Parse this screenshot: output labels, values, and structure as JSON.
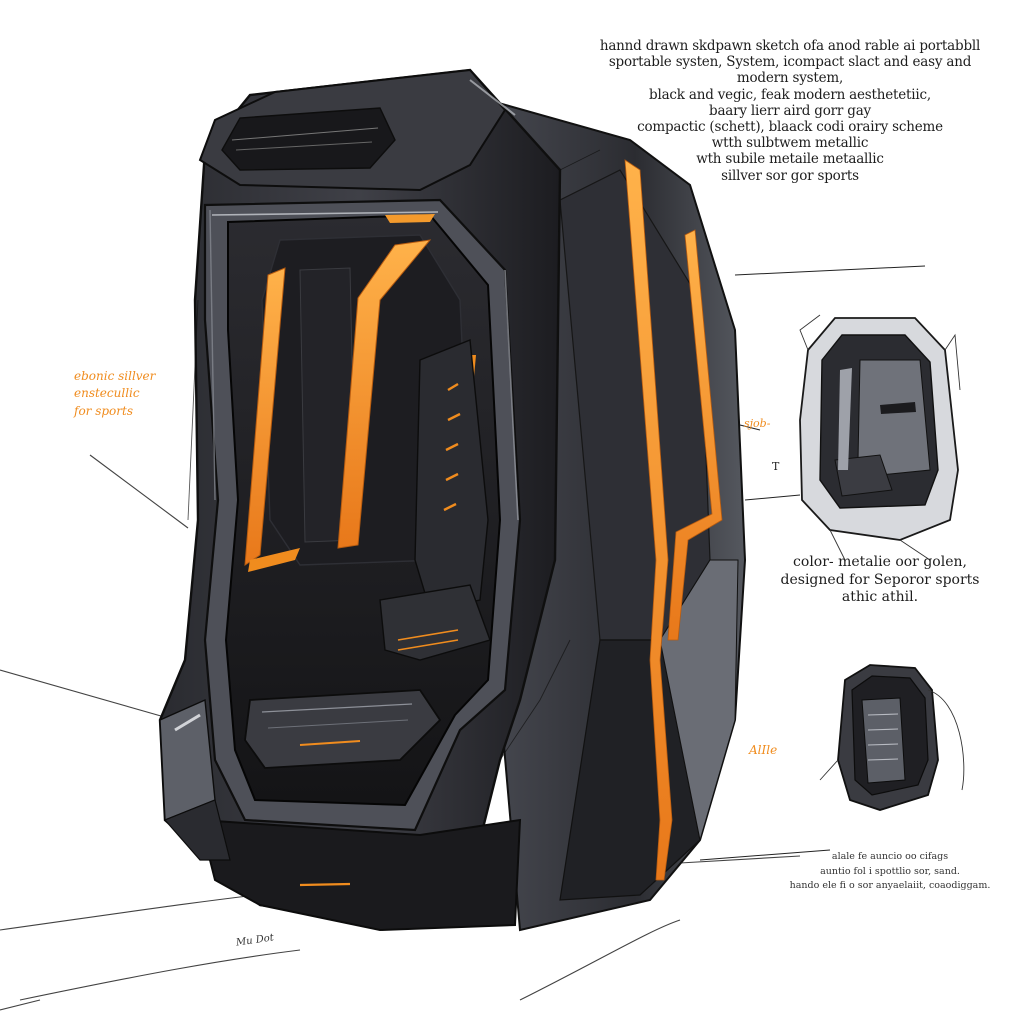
{
  "main_annotation": {
    "lines": [
      "hannd drawn skdpawn sketch ofa anod rable ai portabbll",
      "sportable  systen, System, icompact slact and easy and",
      "modern system,",
      "black and vegic, feak modern aesthetetiic,",
      "baary  lierr aird gorr gay",
      "compactic (schett), blaack codi orairy scheme",
      "wtth sulbtwem metallic",
      "wth subile metaile metaallic",
      "sillver sor gor sports"
    ]
  },
  "left_annotation": {
    "lines": [
      "ebonic sillver",
      "enstecullic",
      "for sports"
    ]
  },
  "side_label_1": "sjob-",
  "side_label_t": "T",
  "side_label_2": "AlIle",
  "color_annotation": {
    "lines": [
      "color- metalie oor golen,",
      "designed for Seporor sports",
      "athic athil."
    ]
  },
  "bottom_annotation": {
    "lines": [
      "alale fe auncio oo cifags",
      "auntio fol i spottlio sor, sand.",
      "hando ele fi o sor anyaelaiit, coaodiggam."
    ]
  },
  "signature": "Mu Dot",
  "palette": {
    "shell_dark": "#1f1f23",
    "shell_mid": "#3c3d43",
    "shell_light": "#8a8d96",
    "highlight": "#e9ebef",
    "accent_orange": "#f08c1e",
    "ink": "#1a1a1a"
  }
}
